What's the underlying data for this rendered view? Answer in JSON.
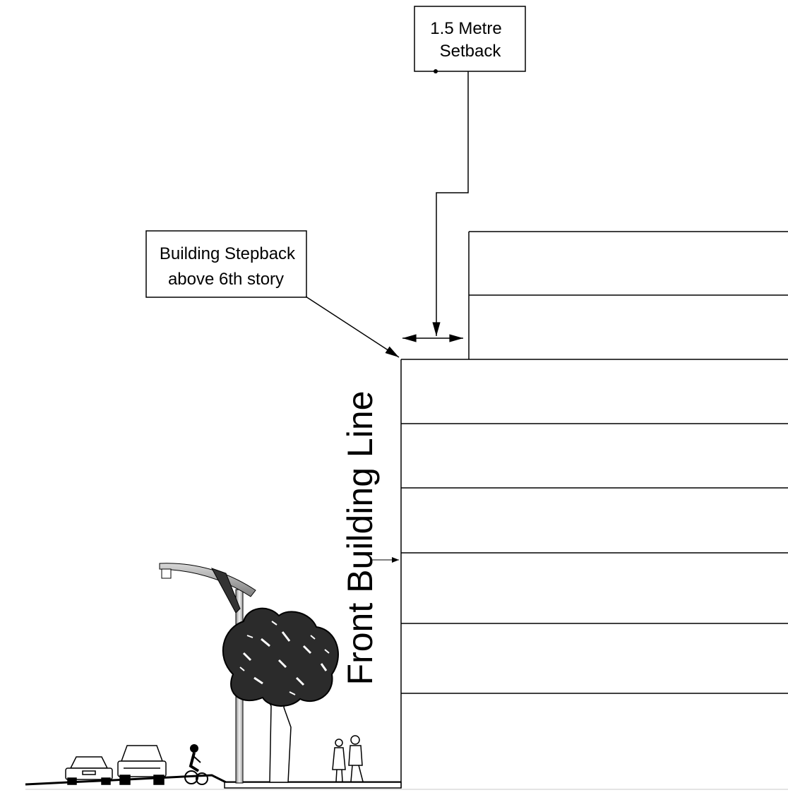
{
  "callouts": {
    "setback": {
      "line1": "1.5 Metre",
      "line2": "Setback"
    },
    "stepback": {
      "line1": "Building Stepback",
      "line2": "above 6th story"
    }
  },
  "front_line": {
    "label": "Front Building Line"
  },
  "building": {
    "lower_storeys": 6,
    "upper_storeys_visible": 2
  },
  "icons": [
    "street-light-icon",
    "tree-icon",
    "car-icon",
    "pickup-truck-icon",
    "cyclist-icon",
    "pedestrian-couple-icon"
  ]
}
